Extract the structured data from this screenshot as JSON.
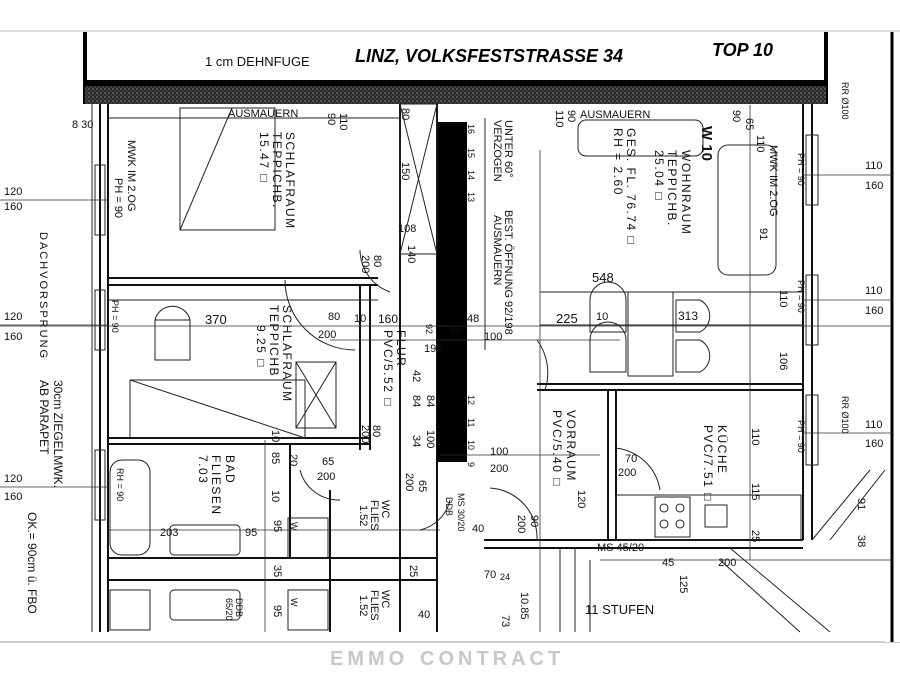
{
  "header": {
    "expansion_joint": "1 cm DEHNFUGE",
    "address_handwritten": "LINZ, VOLKSFESTSTRASSE 34",
    "unit_handwritten": "TOP 10"
  },
  "watermark": {
    "line1": "EMMO",
    "line2": "CONTRACT"
  },
  "rooms": {
    "bedroom1": {
      "name": "SCHLAFRAUM",
      "floor": "TEPPICHB.",
      "area": "15.47 □"
    },
    "living": {
      "name": "WOHNRAUM",
      "floor": "TEPPICHB.",
      "area": "25.04 □",
      "unit": "W 10"
    },
    "total": {
      "area": "GES. FL. 76.74 □",
      "height": "RH = 2.60"
    },
    "bedroom2": {
      "name": "SCHLAFRAUM",
      "floor": "TEPPICHB",
      "area": "9.25 □"
    },
    "hall": {
      "name": "FLUR",
      "floor": "PVC/5.52 □"
    },
    "entry": {
      "name": "VORRAUM",
      "floor": "PVC/5.40 □"
    },
    "kitchen": {
      "name": "KÜCHE",
      "floor": "PVC/7.51 □"
    },
    "bath": {
      "name": "BAD",
      "floor": "FLIESEN",
      "area": "7.03"
    },
    "wc1": {
      "name": "WC",
      "floor": "FLIES",
      "area": "1.52"
    },
    "wc2": {
      "name": "WC",
      "floor": "FLIES",
      "area": "1.52"
    }
  },
  "notes": {
    "ausmauern1": "AUSMAUERN",
    "ausmauern2": "AUSMAUERN",
    "stair_note1": "UNTER 60°",
    "stair_note2": "VERZOGEN",
    "opening1": "BEST. ÖFFNUNG 92/198",
    "opening2": "AUSMAUERN",
    "mwk_left": "MWK IM 2.OG",
    "ph_left": "PH = 90",
    "mwk_right": "MWK IM 2.OG",
    "ph_right1": "PH = 90",
    "ph_right2": "PH = 90",
    "ph_right3": "PH = 90",
    "ph_mid_left": "PH = 90",
    "rh_bath": "RH = 90",
    "dachvorsprung": "DACHVORSPRUNG",
    "parapet1": "30cm ZIEGELMWK.",
    "parapet2": "AB PARAPET",
    "parapet3": "OK.= 90cm ü. FBO",
    "rr1": "RR Ø100",
    "rr2": "RR Ø100",
    "stairs": "11 STUFEN",
    "ms1": "MS 45/20",
    "ms2": "MS 30/20",
    "ddb1": "DDB",
    "ddb2": "DDB",
    "w1": "W",
    "w2": "W",
    "steps": [
      "16",
      "15",
      "14",
      "13",
      "12",
      "11",
      "10",
      "9"
    ]
  },
  "dimensions": {
    "left_windows": [
      [
        "120",
        "160"
      ],
      [
        "120",
        "160"
      ],
      [
        "120",
        "160"
      ]
    ],
    "right_windows": [
      [
        "110",
        "160"
      ],
      [
        "110",
        "160"
      ],
      [
        "110",
        "160"
      ]
    ],
    "d_8_30": "8 30",
    "d_110a": "110",
    "d_90a": "90",
    "d_80a": "80",
    "d_150": "150",
    "d_108": "108",
    "d_140": "140",
    "d_110b": "110",
    "d_90b": "90",
    "d_90c": "90",
    "d_65": "65",
    "d_110c": "110",
    "d_91a": "91",
    "d_80b": "80",
    "d_200a": "200",
    "d_548": "548",
    "d_370": "370",
    "d_80c": "80",
    "d_10a": "10",
    "d_160": "160",
    "d_200b": "200",
    "d_92a": "92",
    "d_92b": "92",
    "d_198": "198",
    "d_48": "48",
    "d_225": "225",
    "d_100a": "100",
    "d_10b": "10",
    "d_313": "313",
    "d_110d": "110",
    "d_106": "106",
    "d_80d": "80",
    "d_200c": "200",
    "d_42": "42",
    "d_84a": "84",
    "d_84b": "84",
    "d_34": "34",
    "d_100b": "100",
    "d_100c": "100",
    "d_200d": "200",
    "d_10c": "10",
    "d_20": "20",
    "d_85": "85",
    "d_65b": "65",
    "d_200e": "200",
    "d_70a": "70",
    "d_200f": "200",
    "d_110e": "110",
    "d_115": "115",
    "d_120": "120",
    "d_200g": "200",
    "d_65c": "65",
    "d_10d": "10",
    "d_203": "203",
    "d_95a": "95",
    "d_95b": "95",
    "d_40": "40",
    "d_200h": "200",
    "d_90d": "90",
    "d_25a": "25",
    "d_35": "35",
    "d_25b": "25",
    "d_70b": "70",
    "d_24": "24",
    "d_1085": "10.85",
    "d_45": "45",
    "d_200i": "200",
    "d_125": "125",
    "d_91b": "91",
    "d_38": "38",
    "d_95c": "95",
    "d_65_20": "65/20",
    "d_73": "73",
    "d_40b": "40"
  }
}
